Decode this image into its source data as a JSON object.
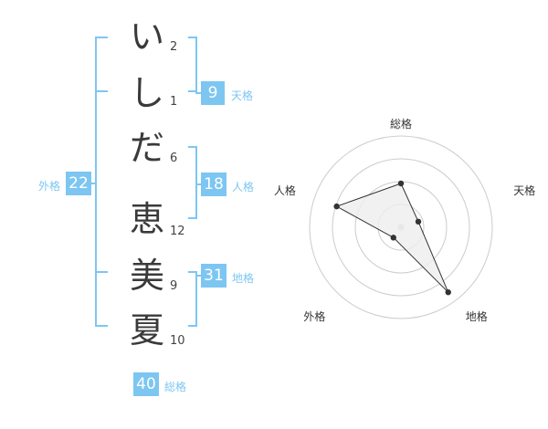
{
  "name_chars": [
    {
      "char": "い",
      "strokes": "2"
    },
    {
      "char": "し",
      "strokes": "1"
    },
    {
      "char": "だ",
      "strokes": "6"
    },
    {
      "char": "恵",
      "strokes": "12"
    },
    {
      "char": "美",
      "strokes": "9"
    },
    {
      "char": "夏",
      "strokes": "10"
    }
  ],
  "kaku": {
    "tenkaku": {
      "value": "9",
      "label": "天格"
    },
    "jinkaku": {
      "value": "18",
      "label": "人格"
    },
    "chikaku": {
      "value": "31",
      "label": "地格"
    },
    "gaikaku": {
      "value": "22",
      "label": "外格"
    },
    "soukaku": {
      "value": "40",
      "label": "総格"
    }
  },
  "chart_data": {
    "type": "radar",
    "axes": [
      "総格",
      "天格",
      "地格",
      "外格",
      "人格"
    ],
    "series": [
      {
        "values": [
          2.4,
          1.0,
          4.4,
          0.7,
          3.7
        ]
      }
    ],
    "rmax": 5,
    "rings": 4,
    "colors": {
      "fill": "#eeeeee",
      "stroke": "#333333",
      "ring": "#cccccc",
      "center": "#cccccc"
    }
  }
}
